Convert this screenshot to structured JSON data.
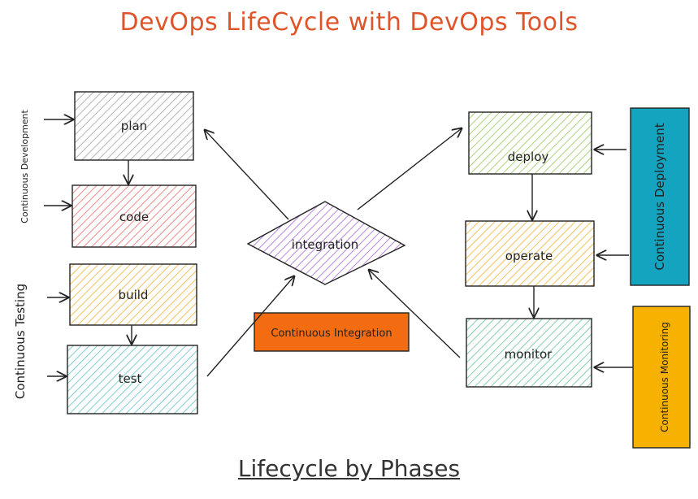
{
  "title": "DevOps LifeCycle with DevOps Tools",
  "footer": "Lifecycle by Phases",
  "phases": {
    "plan": "plan",
    "code": "code",
    "build": "build",
    "test": "test",
    "integration": "integration",
    "deploy": "deploy",
    "operate": "operate",
    "monitor": "monitor"
  },
  "labels": {
    "continuous_development": "Continuous Development",
    "continuous_testing": "Continuous Testing",
    "continuous_integration": "Continuous Integration",
    "continuous_deployment": "Continuous Deployment",
    "continuous_monitoring": "Continuous Monitoring"
  },
  "colors": {
    "title": "#e0542a",
    "plan": "#c9c9c9",
    "code": "#f4a7a7",
    "build": "#f7d48a",
    "test": "#a8dde0",
    "integration": "#cfa6e8",
    "deploy": "#c5e3a0",
    "operate": "#f7d48a",
    "monitor": "#a8dcc0",
    "ci_box": "#f36c12",
    "cd_box": "#14a4bf",
    "cm_box": "#f7b100"
  }
}
